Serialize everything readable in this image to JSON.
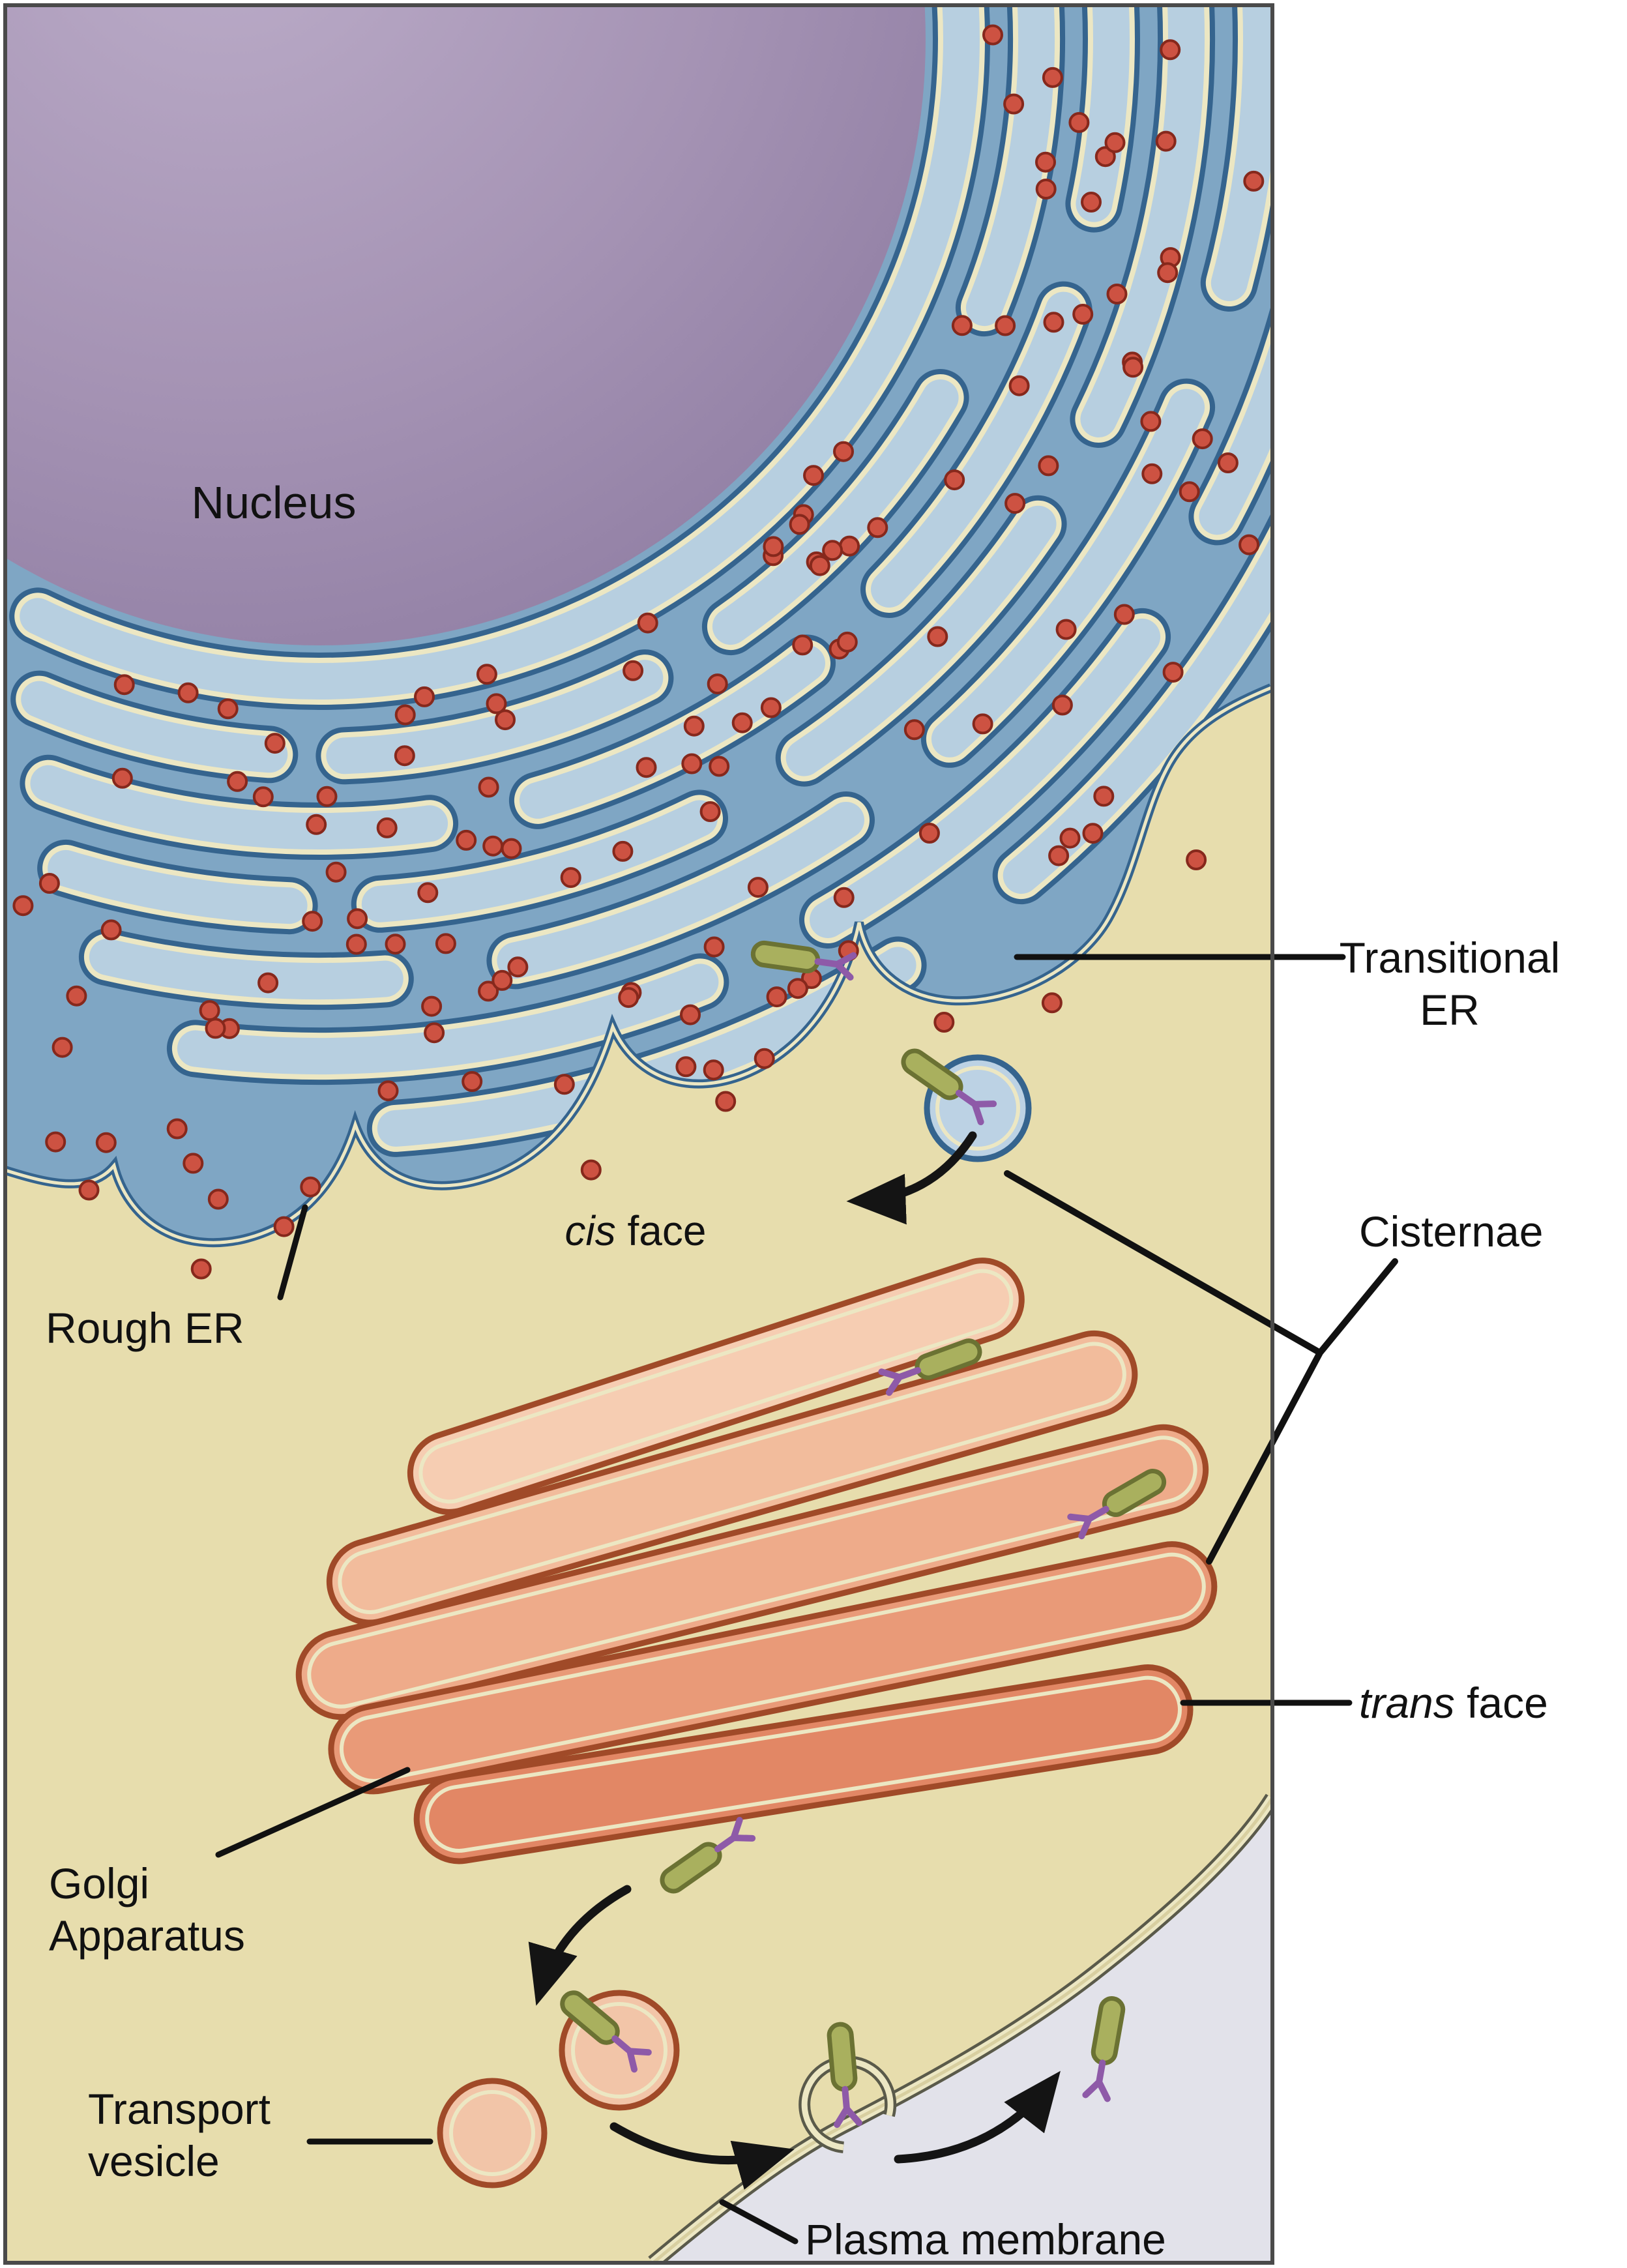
{
  "labels": {
    "nucleus": "Nucleus",
    "transitional_er": {
      "line1": "Transitional",
      "line2": "ER"
    },
    "cisternae": "Cisternae",
    "cis_face": {
      "italic": "cis",
      "rest": " face"
    },
    "trans_face": {
      "italic": "trans",
      "rest": " face"
    },
    "rough_er": "Rough ER",
    "golgi": {
      "line1": "Golgi",
      "line2": "Apparatus"
    },
    "transport_vesicle": {
      "line1": "Transport",
      "line2": "vesicle"
    },
    "plasma_membrane": "Plasma membrane"
  },
  "colors": {
    "background_tan": "#e7ddad",
    "exterior_gray": "#e2e2ea",
    "nucleus_center": "#bcadc9",
    "nucleus_mid": "#a593b4",
    "nucleus_edge": "#8d7ba1",
    "er_base": "#7fa6c4",
    "er_band_light": "#b7cfe0",
    "er_outline": "#35648e",
    "membrane_cream": "#ece7c3",
    "golgi_outline": "#a04a28",
    "ribosome_red": "#cd5242",
    "protein_green": "#a9b05e",
    "glyco_purple": "#8e5aa8",
    "label_text": "#111111",
    "vesicle_blue": "#bcd2e4",
    "vesicle_salmon": "#f2c5a8"
  }
}
